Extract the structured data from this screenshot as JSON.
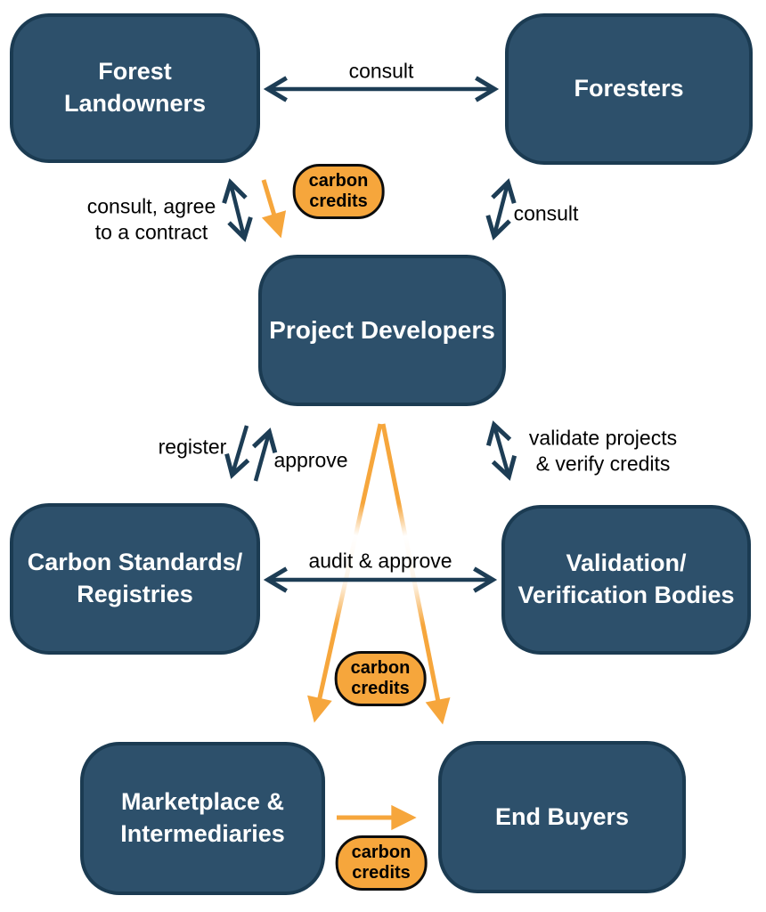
{
  "diagram": {
    "topic": "carbon credits ecosystem flow",
    "colors": {
      "node_fill": "#2d506b",
      "node_border": "#1b3b52",
      "node_text": "#ffffff",
      "dark_arrow": "#1d3d55",
      "orange_arrow": "#f6a63c",
      "badge_fill": "#f6a63c",
      "badge_border": "#0d0d0d",
      "label_text": "#000000",
      "background": "#ffffff"
    },
    "nodes": [
      {
        "id": "forest-landowners",
        "label": "Forest\nLandowners"
      },
      {
        "id": "foresters",
        "label": "Foresters"
      },
      {
        "id": "project-developers",
        "label": "Project Developers"
      },
      {
        "id": "carbon-standards-registries",
        "label": "Carbon Standards/\nRegistries"
      },
      {
        "id": "validation-verification-bodies",
        "label": "Validation/\nVerification Bodies"
      },
      {
        "id": "marketplace-intermediaries",
        "label": "Marketplace &\nIntermediaries"
      },
      {
        "id": "end-buyers",
        "label": "End Buyers"
      }
    ],
    "edges": [
      {
        "from": "forest-landowners",
        "to": "foresters",
        "type": "bidirectional",
        "color": "dark",
        "label": "consult"
      },
      {
        "from": "forest-landowners",
        "to": "project-developers",
        "type": "bidirectional",
        "color": "dark",
        "label": "consult, agree\nto a contract"
      },
      {
        "from": "forest-landowners",
        "to": "project-developers",
        "type": "directed",
        "color": "orange",
        "label": ""
      },
      {
        "from": "foresters",
        "to": "project-developers",
        "type": "bidirectional",
        "color": "dark",
        "label": "consult"
      },
      {
        "from": "project-developers",
        "to": "carbon-standards-registries",
        "type": "directed",
        "color": "dark",
        "label": "register"
      },
      {
        "from": "carbon-standards-registries",
        "to": "project-developers",
        "type": "directed",
        "color": "dark",
        "label": "approve"
      },
      {
        "from": "project-developers",
        "to": "validation-verification-bodies",
        "type": "bidirectional",
        "color": "dark",
        "label": "validate projects\n& verify credits"
      },
      {
        "from": "carbon-standards-registries",
        "to": "validation-verification-bodies",
        "type": "bidirectional",
        "color": "dark",
        "label": "audit & approve"
      },
      {
        "from": "project-developers",
        "to": "marketplace-intermediaries",
        "type": "directed",
        "color": "orange",
        "label": ""
      },
      {
        "from": "project-developers",
        "to": "end-buyers",
        "type": "directed",
        "color": "orange",
        "label": ""
      },
      {
        "from": "marketplace-intermediaries",
        "to": "end-buyers",
        "type": "directed",
        "color": "orange",
        "label": ""
      }
    ],
    "badges": [
      "carbon\ncredits",
      "carbon\ncredits",
      "carbon\ncredits"
    ]
  }
}
